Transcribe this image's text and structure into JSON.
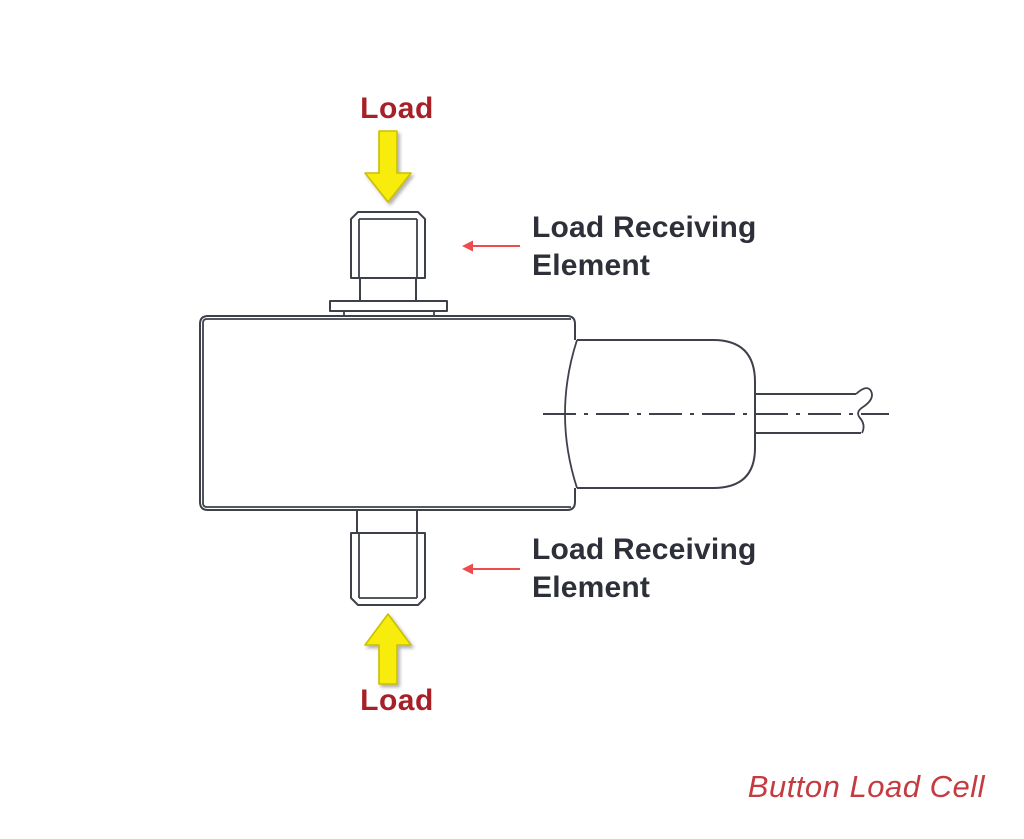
{
  "diagram": {
    "caption": "Button Load Cell",
    "top": {
      "load_label": "Load",
      "annotation": "Load Receiving Element",
      "arrow_direction": "down"
    },
    "bottom": {
      "load_label": "Load",
      "annotation": "Load Receiving Element",
      "arrow_direction": "up"
    }
  },
  "colors": {
    "background": "#ffffff",
    "line": "#3e414a",
    "load_text": "#a81f27",
    "annotation_text": "#2d3039",
    "caption_text": "#c43b41",
    "load_arrow_fill": "#f8ec0c",
    "load_arrow_outline": "#c9c000",
    "annotation_arrow": "#ee4c4c"
  }
}
